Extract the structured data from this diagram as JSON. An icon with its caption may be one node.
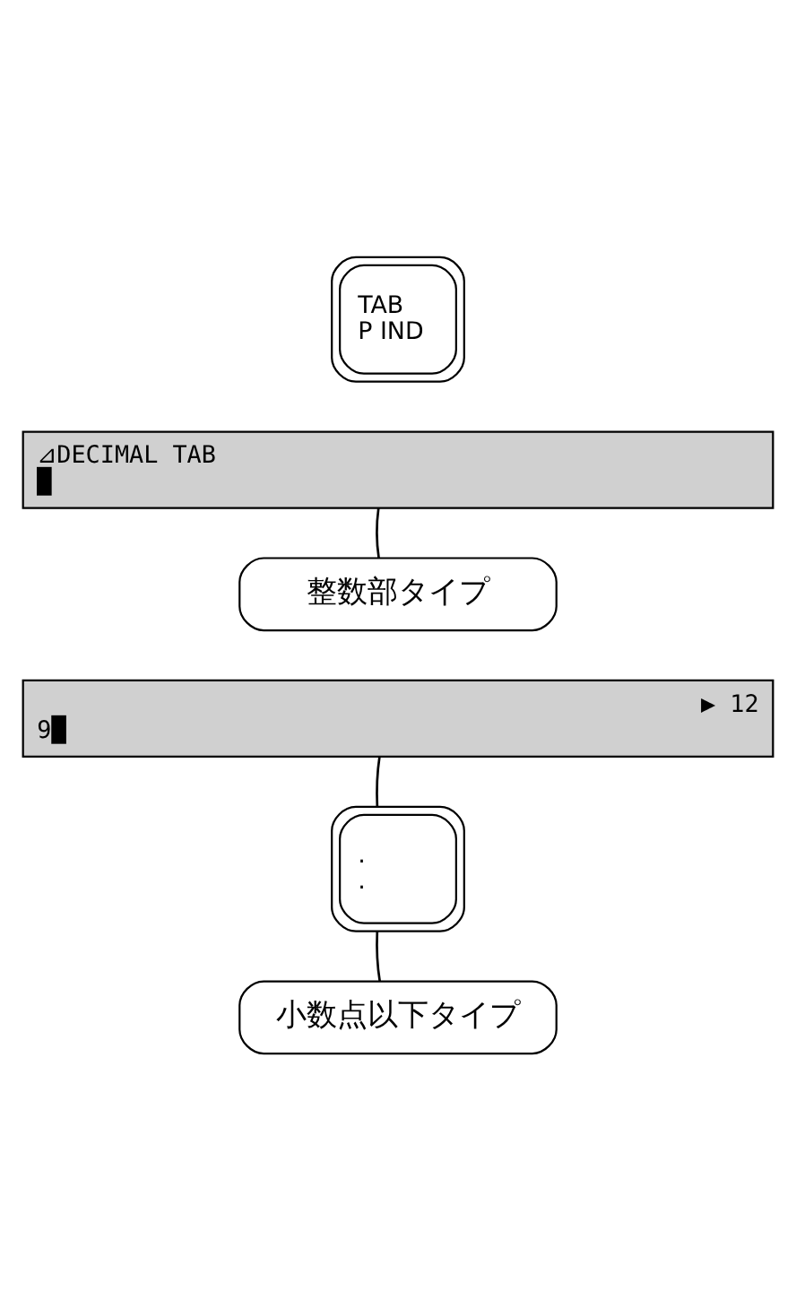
{
  "diagram": {
    "nodes": [
      {
        "text": [
          "TAB",
          "P IND"
        ]
      },
      {
        "text": [
          "⊿DECIMAL TAB",
          "█"
        ]
      },
      {
        "text": [
          "整数部タイプ"
        ]
      },
      {
        "text": [
          "▶ 12",
          "9█"
        ]
      },
      {
        "text": [
          ".",
          "."
        ]
      },
      {
        "text": [
          "小数点以下タイプ"
        ]
      }
    ],
    "edges": [
      {
        "from": 1,
        "to": 2,
        "arrow": "none"
      },
      {
        "from": 3,
        "to": 4,
        "arrow": "none"
      },
      {
        "from": 4,
        "to": 5,
        "arrow": "none"
      }
    ]
  }
}
